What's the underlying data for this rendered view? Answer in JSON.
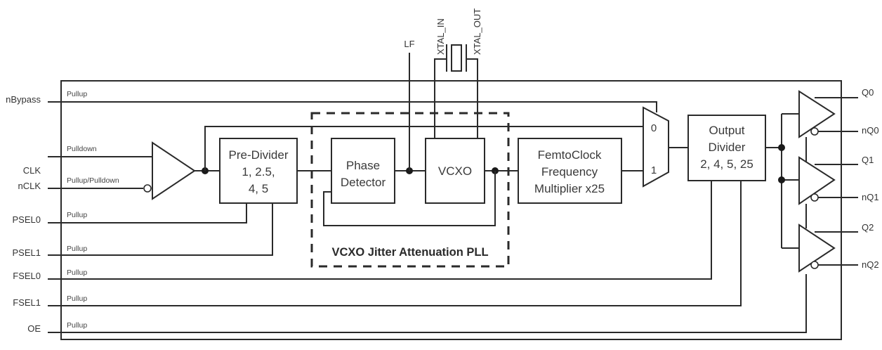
{
  "diagram": {
    "type": "block-diagram",
    "inputs": [
      {
        "name": "nBypass",
        "attribute": "Pullup"
      },
      {
        "name": "CLK",
        "attribute": "Pulldown"
      },
      {
        "name": "nCLK",
        "attribute": "Pullup/Pulldown"
      },
      {
        "name": "PSEL0",
        "attribute": "Pullup"
      },
      {
        "name": "PSEL1",
        "attribute": "Pullup"
      },
      {
        "name": "FSEL0",
        "attribute": "Pullup"
      },
      {
        "name": "FSEL1",
        "attribute": "Pullup"
      },
      {
        "name": "OE",
        "attribute": "Pullup"
      }
    ],
    "external_pins": {
      "lf": "LF",
      "xtal_in": "XTAL_IN",
      "xtal_out": "XTAL_OUT"
    },
    "blocks": {
      "pre_divider": [
        "Pre-Divider",
        "1, 2.5,",
        "4, 5"
      ],
      "phase_detector": [
        "Phase",
        "Detector"
      ],
      "vcxo": [
        "VCXO"
      ],
      "multiplier": [
        "FemtoClock",
        "Frequency",
        "Multiplier x25"
      ],
      "output_divider": [
        "Output",
        "Divider",
        "2, 4, 5, 25"
      ]
    },
    "mux": {
      "input0": "0",
      "input1": "1"
    },
    "pll_group_label": "VCXO Jitter Attenuation PLL",
    "outputs": [
      "Q0",
      "nQ0",
      "Q1",
      "nQ1",
      "Q2",
      "nQ2"
    ]
  }
}
